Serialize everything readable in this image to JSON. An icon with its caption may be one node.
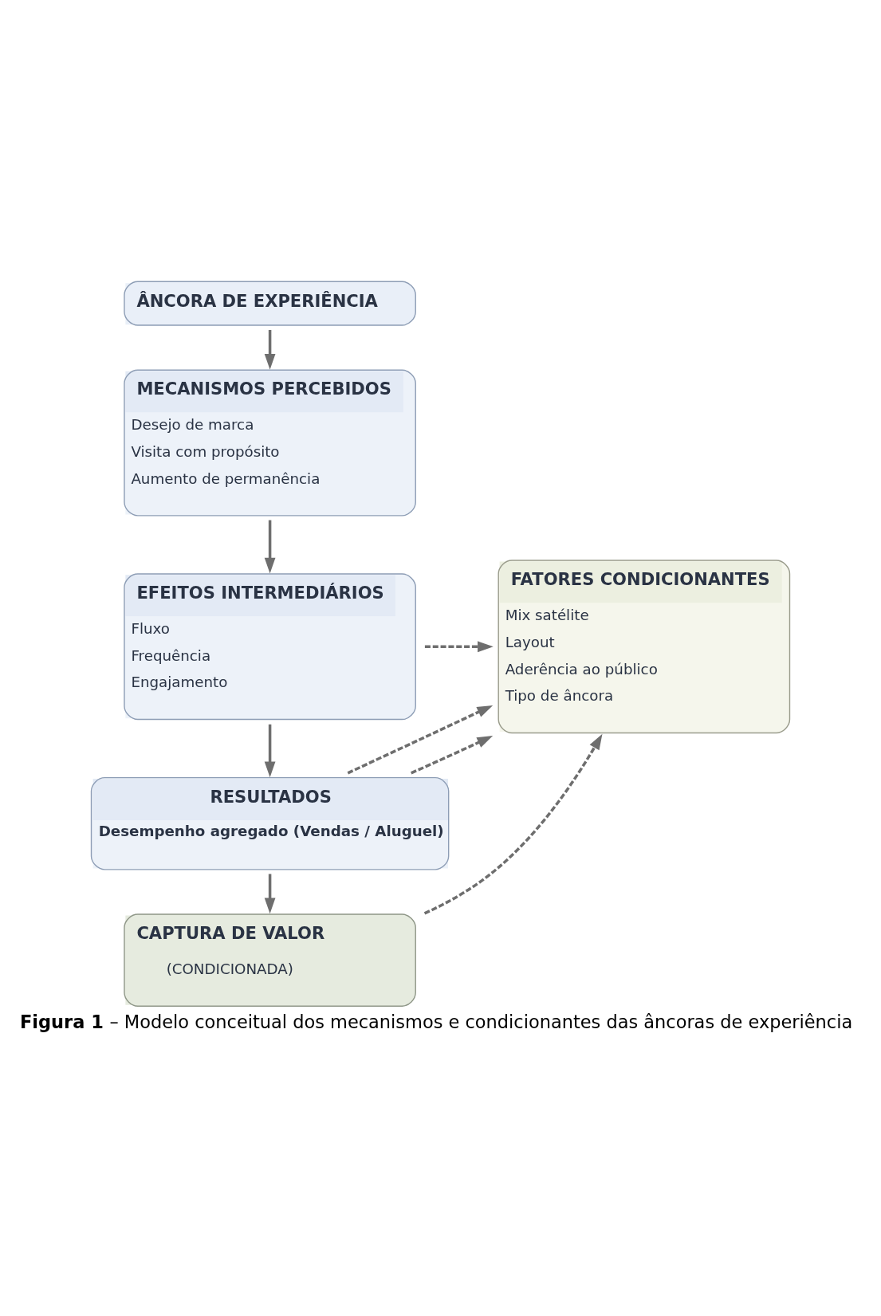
{
  "diagram": {
    "caption": "**Figura 1** – Modelo conceitual dos mecanismos e condicionantes das âncoras de experiência",
    "nodes": [
      {
        "text": [
          "ÂNCORA DE EXPERIÊNCIA"
        ]
      },
      {
        "text": [
          "MECANISMOS PERCEBIDOS",
          "Desejo de marca",
          "Visita com propósito",
          "Aumento de permanência"
        ]
      },
      {
        "text": [
          "EFEITOS INTERMEDIÁRIOS",
          "Fluxo",
          "Frequência",
          "Engajamento"
        ]
      },
      {
        "text": [
          "RESULTADOS",
          "Desempenho agregado (Vendas / Aluguel)"
        ]
      },
      {
        "text": [
          "CAPTURA DE VALOR",
          "(CONDICIONADA)"
        ]
      },
      {
        "text": [
          "FATORES CONDICIONANTES",
          "Mix satélite",
          "Layout",
          "Aderência ao público",
          "Tipo de âncora"
        ]
      }
    ],
    "edges": [
      {
        "from": 0,
        "to": 1,
        "arrow": "to"
      },
      {
        "from": 1,
        "to": 2,
        "arrow": "to"
      },
      {
        "from": 2,
        "to": 5,
        "arrow": "to",
        "style": "dashed"
      },
      {
        "from": 2,
        "to": 3,
        "arrow": "to"
      },
      {
        "from": 3,
        "to": 5,
        "arrow": "to",
        "style": "dashed"
      },
      {
        "from": 3,
        "to": 5,
        "arrow": "to",
        "style": "dashed"
      },
      {
        "from": 3,
        "to": 4,
        "arrow": "to"
      },
      {
        "from": 4,
        "to": 5,
        "arrow": "to",
        "style": "dashed"
      }
    ]
  }
}
